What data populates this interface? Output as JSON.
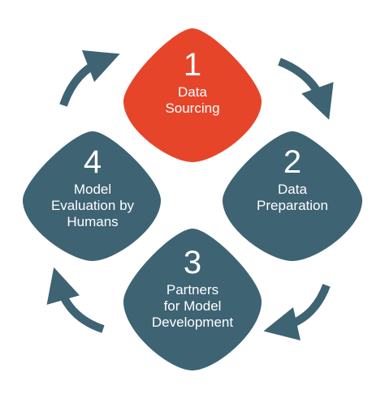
{
  "diagram": {
    "colors": {
      "accent": "#E6452A",
      "primary": "#3E6373",
      "arrow": "#3E6373",
      "text": "#FFFFFF"
    },
    "steps": [
      {
        "number": "1",
        "lines": [
          "Data",
          "Sourcing"
        ],
        "color": "#E6452A"
      },
      {
        "number": "2",
        "lines": [
          "Data",
          "Preparation"
        ],
        "color": "#3E6373"
      },
      {
        "number": "3",
        "lines": [
          "Partners",
          "for Model",
          "Development"
        ],
        "color": "#3E6373"
      },
      {
        "number": "4",
        "lines": [
          "Model",
          "Evaluation by",
          "Humans"
        ],
        "color": "#3E6373"
      }
    ],
    "arrows": [
      {
        "icon": "curved-arrow-icon",
        "direction": "clockwise"
      },
      {
        "icon": "curved-arrow-icon",
        "direction": "clockwise"
      },
      {
        "icon": "curved-arrow-icon",
        "direction": "clockwise"
      },
      {
        "icon": "curved-arrow-icon",
        "direction": "clockwise"
      }
    ]
  }
}
